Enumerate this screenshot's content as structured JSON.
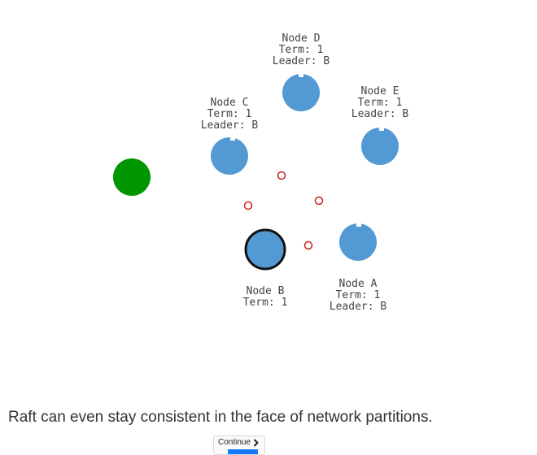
{
  "colors": {
    "node": "#5399d4",
    "client": "#009600",
    "message": "#cc1f1f",
    "leader_outline": "#111111",
    "progress": "#1479ff"
  },
  "client": {
    "icon": "client-circle"
  },
  "nodes": {
    "a": {
      "name": "Node A",
      "term": "Term: 1",
      "leader": "Leader: B"
    },
    "b": {
      "name": "Node B",
      "term": "Term: 1"
    },
    "c": {
      "name": "Node C",
      "term": "Term: 1",
      "leader": "Leader: B"
    },
    "d": {
      "name": "Node D",
      "term": "Term: 1",
      "leader": "Leader: B"
    },
    "e": {
      "name": "Node E",
      "term": "Term: 1",
      "leader": "Leader: B"
    }
  },
  "caption": "Raft can even stay consistent in the face of network partitions.",
  "continue_button": {
    "label": "Continue",
    "icon": "chevron-right-icon"
  }
}
